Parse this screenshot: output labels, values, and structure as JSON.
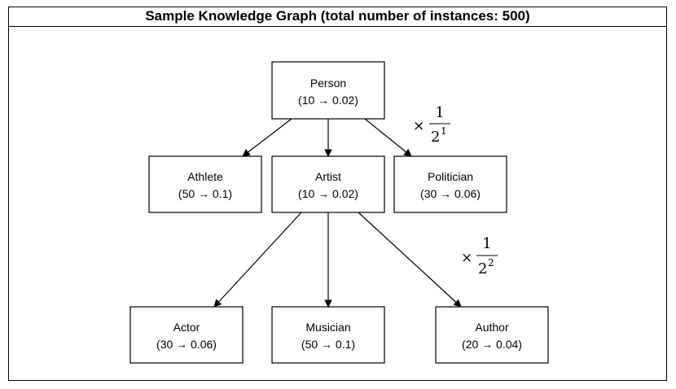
{
  "title": "Sample Knowledge Graph (total number of instances: 500)",
  "nodes": {
    "person": {
      "name": "Person",
      "counts": "(10 → 0.02)"
    },
    "athlete": {
      "name": "Athlete",
      "counts": "(50 → 0.1)"
    },
    "artist": {
      "name": "Artist",
      "counts": "(10 → 0.02)"
    },
    "politician": {
      "name": "Politician",
      "counts": "(30 → 0.06)"
    },
    "actor": {
      "name": "Actor",
      "counts": "(30 → 0.06)"
    },
    "musician": {
      "name": "Musician",
      "counts": "(50 → 0.1)"
    },
    "author": {
      "name": "Author",
      "counts": "(20 → 0.04)"
    }
  },
  "factors": {
    "level1": {
      "times": "×",
      "numerator": "1",
      "base": "2",
      "exponent": "1"
    },
    "level2": {
      "times": "×",
      "numerator": "1",
      "base": "2",
      "exponent": "2"
    }
  }
}
